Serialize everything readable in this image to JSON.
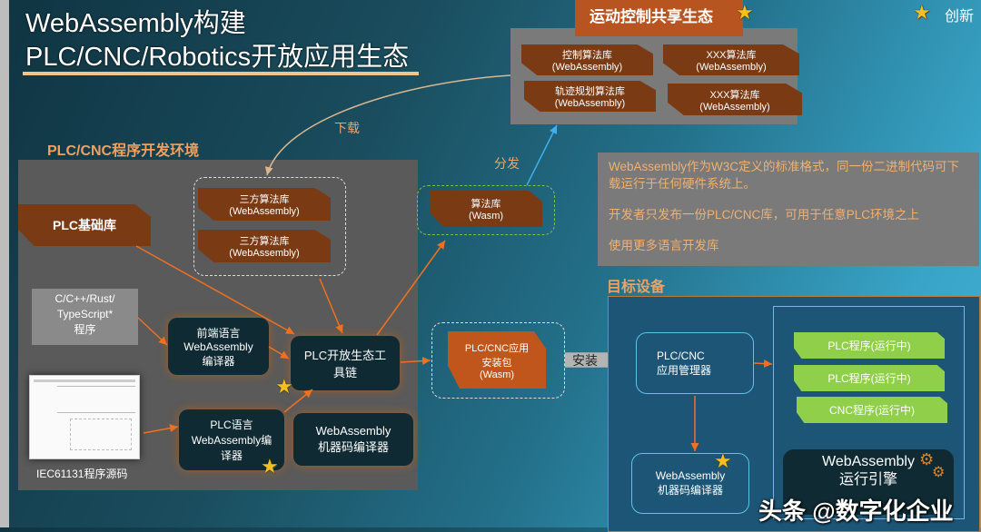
{
  "title": {
    "line1": "WebAssembly构建",
    "line2": "PLC/CNC/Robotics开放应用生态"
  },
  "legend": {
    "icon": "star-icon",
    "label": "创新"
  },
  "labels": {
    "download": "下载",
    "distribute": "分发",
    "install": "安装"
  },
  "dev_env": {
    "heading": "PLC/CNC程序开发环境",
    "plc_base_lib": "PLC基础库",
    "third_party": [
      {
        "name": "三方算法库",
        "sub": "(WebAssembly)"
      },
      {
        "name": "三方算法库",
        "sub": "(WebAssembly)"
      }
    ],
    "source_langs": {
      "line1": "C/C++/Rust/",
      "line2": "TypeScript*",
      "line3": "程序"
    },
    "iec_label": "IEC61131程序源码",
    "frontend_compiler": {
      "line1": "前端语言",
      "line2": "WebAssembly",
      "line3": "编译器"
    },
    "toolchain": {
      "line1": "PLC开放生态工",
      "line2": "具链"
    },
    "plc_lang_compiler": {
      "line1": "PLC语言",
      "line2": "WebAssembly编",
      "line3": "译器"
    },
    "machine_compiler": {
      "line1": "WebAssembly",
      "line2": "机器码编译器"
    }
  },
  "algo_lib": {
    "name": "算法库",
    "sub": "(Wasm)"
  },
  "package": {
    "line1": "PLC/CNC应用",
    "line2": "安装包",
    "line3": "(Wasm)"
  },
  "ecosystem": {
    "heading": "运动控制共享生态",
    "items": [
      {
        "name": "控制算法库",
        "sub": "(WebAssembly)"
      },
      {
        "name": "XXX算法库",
        "sub": "(WebAssembly)"
      },
      {
        "name": "轨迹规划算法库",
        "sub": "(WebAssembly)"
      },
      {
        "name": "XXX算法库",
        "sub": "(WebAssembly)"
      }
    ]
  },
  "info": {
    "p1": "WebAssembly作为W3C定义的标准格式，同一份二进制代码可下载运行于任何硬件系统上。",
    "p2": "开发者只发布一份PLC/CNC库，可用于任意PLC环境之上",
    "p3": "使用更多语言开发库"
  },
  "target": {
    "heading": "目标设备",
    "manager": {
      "line1": "PLC/CNC",
      "line2": "应用管理器"
    },
    "compiler": {
      "line1": "WebAssembly",
      "line2": "机器码编译器"
    },
    "programs": [
      "PLC程序(运行中)",
      "PLC程序(运行中)",
      "CNC程序(运行中)"
    ],
    "runtime": {
      "line1": "WebAssembly",
      "line2": "运行引擎"
    }
  },
  "watermark": "头条 @数字化企业"
}
